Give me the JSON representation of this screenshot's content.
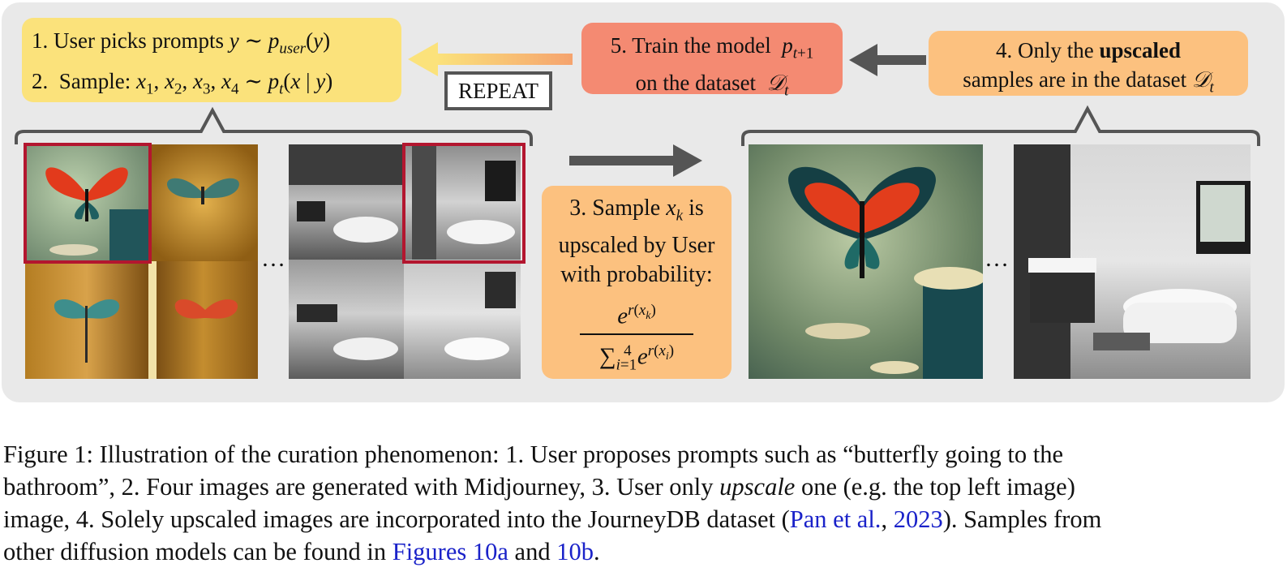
{
  "diagram": {
    "step1": {
      "line1": "1. User picks prompts y ∼ p_user(y)",
      "line2": "2. Sample: x1, x2, x3, x4 ∼ pt(x | y)"
    },
    "repeat_label": "REPEAT",
    "step5": {
      "line1": "5. Train the model pt+1",
      "line2": "on the dataset 𝒟t"
    },
    "step4": {
      "line1_pre": "4. Only the ",
      "line1_bold": "upscaled",
      "line2": "samples are in the dataset 𝒟t"
    },
    "step3": {
      "line1": "3. Sample xk is",
      "line2": "upscaled by User",
      "line3": "with probability:",
      "numerator": "e^r(xk)",
      "denominator": "Σ_{i=1}^4 e^r(xi)"
    },
    "ellipsis": "…",
    "colors": {
      "panel": "#e9e9e9",
      "step1": "#fbe27b",
      "step5": "#f48a72",
      "step4": "#fcc17f",
      "step3": "#fcc17f",
      "selection_border": "#b3162f",
      "arrow": "#555555",
      "link": "#1a22c9"
    }
  },
  "caption": {
    "line1": "Figure 1: Illustration of the curation phenomenon: 1. User proposes prompts such as “butterfly going to the",
    "line2_pre": "bathroom”, 2. Four images are generated with Midjourney, 3. User only ",
    "line2_em": "upscale",
    "line2_post": " one (e.g. the top left image)",
    "line3_pre": "image, 4. Solely upscaled images are incorporated into the JourneyDB dataset (",
    "line3_link1": "Pan et al.",
    "line3_sep": ", ",
    "line3_link2": "2023",
    "line3_post": "). Samples from",
    "line4_pre": "other diffusion models can be found in ",
    "line4_link1": "Figures 10a",
    "line4_mid": " and ",
    "line4_link2": "10b",
    "line4_post": "."
  }
}
